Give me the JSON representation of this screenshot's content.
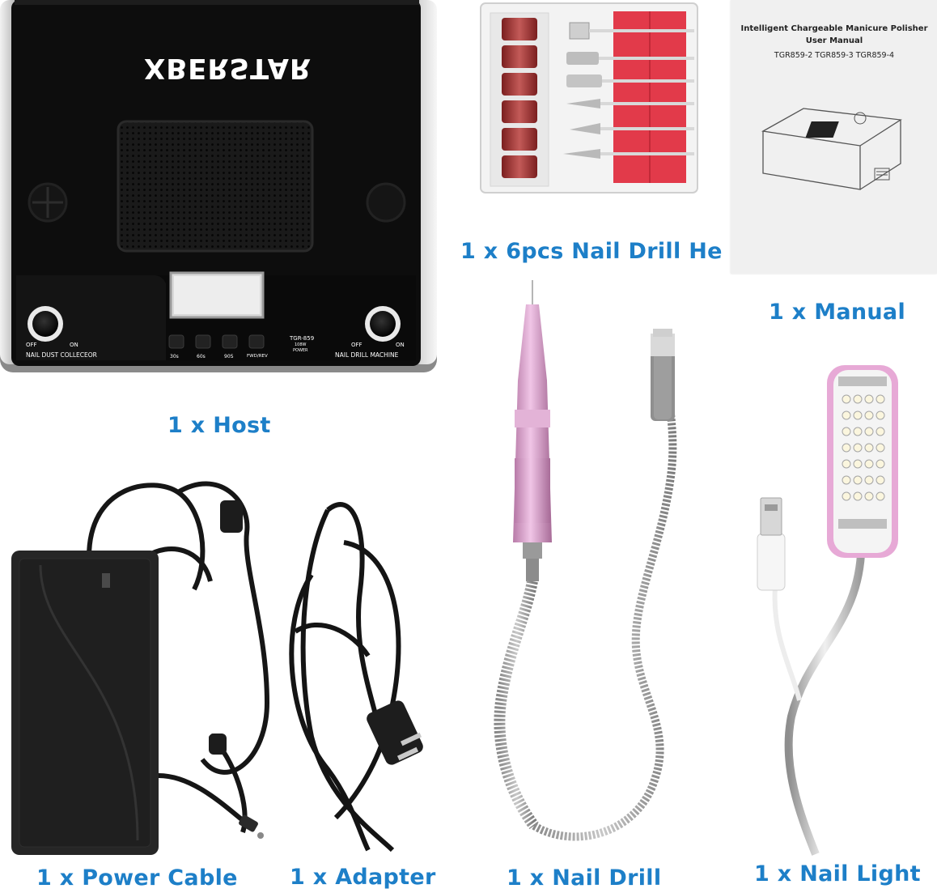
{
  "host": {
    "brand": "XBERSTAR",
    "model": "TGR-859",
    "wattage": "108W",
    "power_label": "POWER",
    "left_switch": {
      "off": "OFF",
      "on": "ON",
      "name": "NAIL DUST COLLECEOR"
    },
    "right_switch": {
      "off": "OFF",
      "on": "ON",
      "name": "NAIL DRILL MACHINE"
    },
    "buttons": [
      "30s",
      "60s",
      "90S",
      "FWD/REV"
    ]
  },
  "manual": {
    "title_line1": "Intelligent Chargeable Manicure Polisher",
    "title_line2": "User Manual",
    "models": "TGR859-2  TGR859-3  TGR859-4"
  },
  "captions": {
    "host": "1 x Host",
    "drill_heads": "1 x 6pcs Nail Drill He",
    "manual": "1 x Manual",
    "power_cable": "1 x Power Cable",
    "adapter": "1 x Adapter",
    "nail_drill": "1 x Nail Drill",
    "nail_light": "1 x Nail Light"
  },
  "colors": {
    "caption": "#1d7fc8",
    "host_body": "#0d0d0d",
    "drill_pink": "#d9a3cf",
    "light_pink": "#e7a9d6",
    "tray_red": "#e23a4a"
  }
}
